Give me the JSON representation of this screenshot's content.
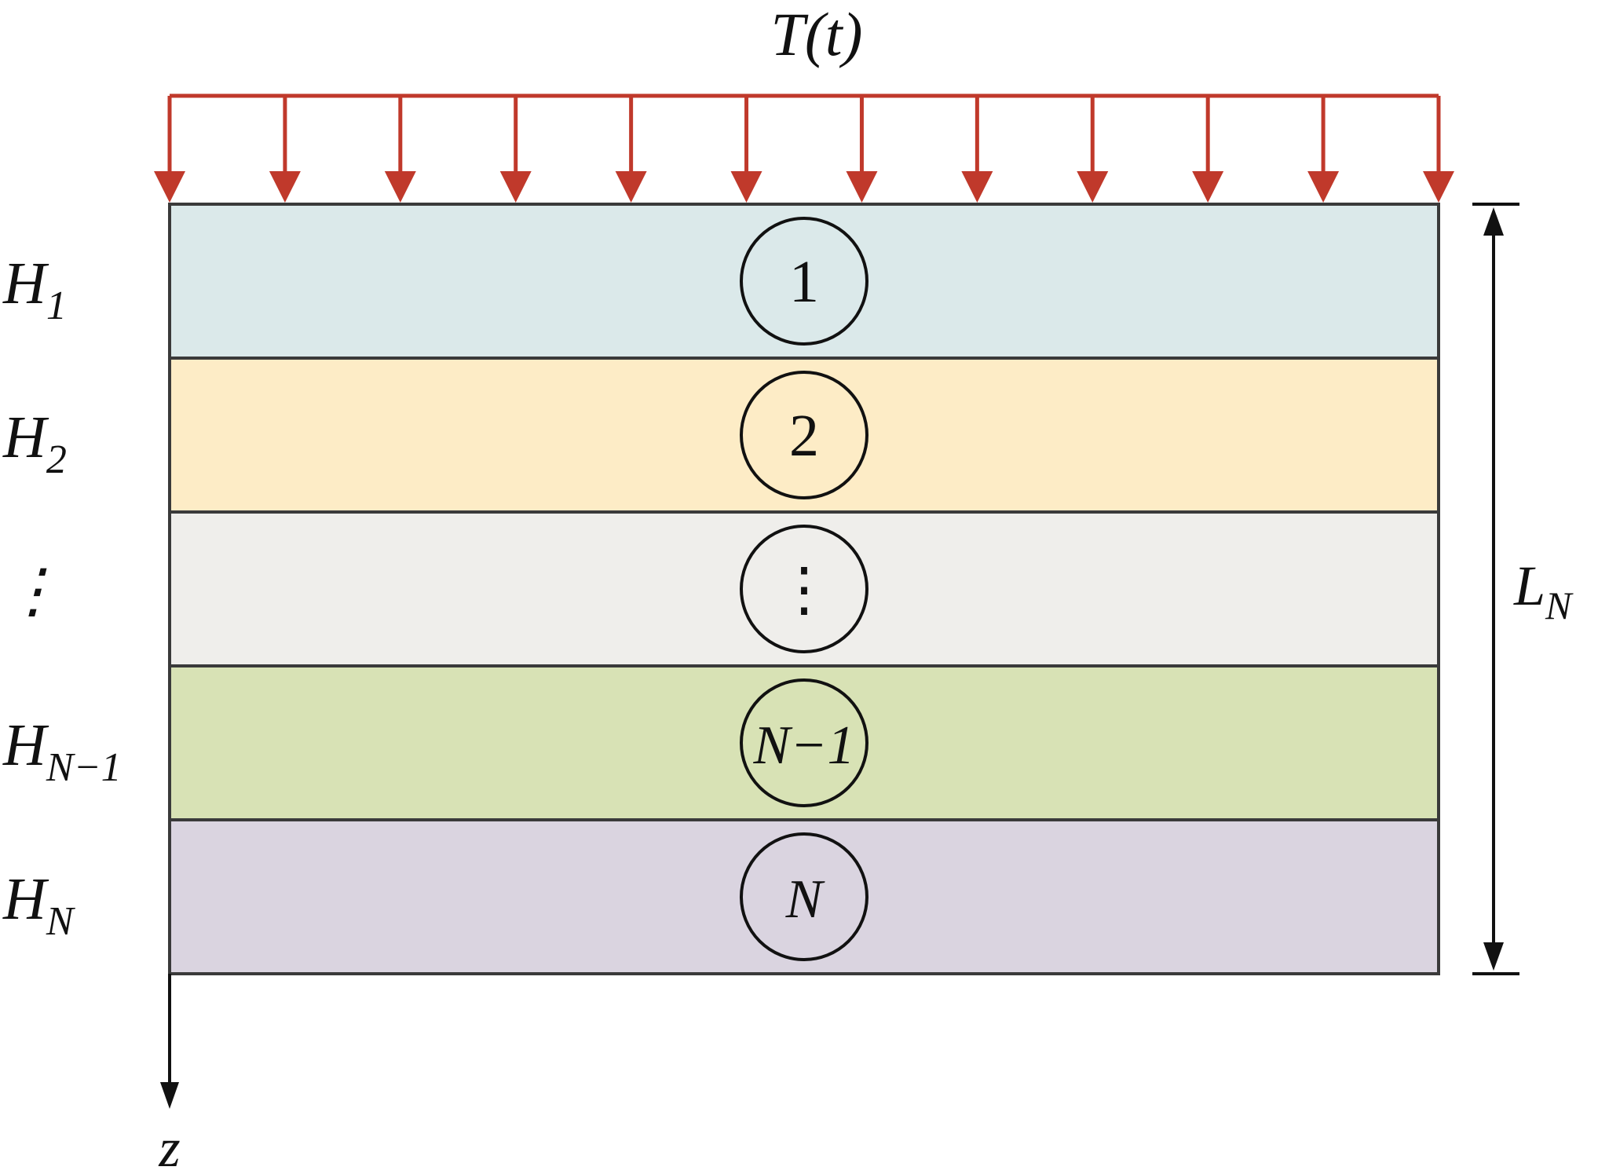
{
  "load_label": "T(t)",
  "depth_label": "L",
  "depth_sub": "N",
  "axis_label": "z",
  "colors": {
    "load_arrow": "#c0392b",
    "outline": "#3a3a3a"
  },
  "layers": [
    {
      "left_main": "H",
      "left_sub": "1",
      "circle_text": "1",
      "circle_italic": false,
      "fill": "#dbe9ea"
    },
    {
      "left_main": "H",
      "left_sub": "2",
      "circle_text": "2",
      "circle_italic": false,
      "fill": "#fdecc6"
    },
    {
      "left_main": "⋮",
      "left_sub": "",
      "circle_text": "⋮",
      "circle_italic": false,
      "fill": "#efeeeb"
    },
    {
      "left_main": "H",
      "left_sub": "N−1",
      "circle_text": "N−1",
      "circle_italic": true,
      "fill": "#d8e2b5"
    },
    {
      "left_main": "H",
      "left_sub": "N",
      "circle_text": "N",
      "circle_italic": true,
      "fill": "#dad4e0"
    }
  ]
}
